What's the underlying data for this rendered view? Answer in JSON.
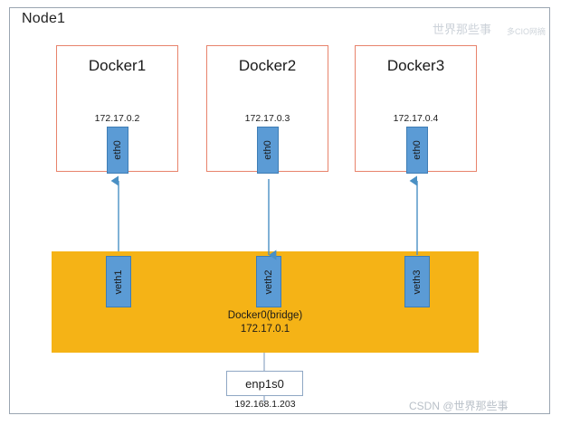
{
  "node": {
    "title": "Node1"
  },
  "containers": [
    {
      "name": "Docker1",
      "ip": "172.17.0.2",
      "iface": "eth0"
    },
    {
      "name": "Docker2",
      "ip": "172.17.0.3",
      "iface": "eth0"
    },
    {
      "name": "Docker3",
      "ip": "172.17.0.4",
      "iface": "eth0"
    }
  ],
  "bridge": {
    "name": "Docker0(bridge)",
    "ip": "172.17.0.1",
    "veths": [
      "veth1",
      "veth2",
      "veth3"
    ]
  },
  "host_nic": {
    "name": "enp1s0",
    "ip": "192.168.1.203"
  },
  "watermarks": {
    "csdn": "CSDN @世界那些事",
    "middle": "世界那些事",
    "small": "多CIO网摘"
  },
  "colors": {
    "container_border": "#e8836b",
    "interface_fill": "#5b9bd5",
    "bridge_fill": "#f5b316",
    "node_border": "#9aa5b1",
    "arrow": "#4a90c4"
  }
}
